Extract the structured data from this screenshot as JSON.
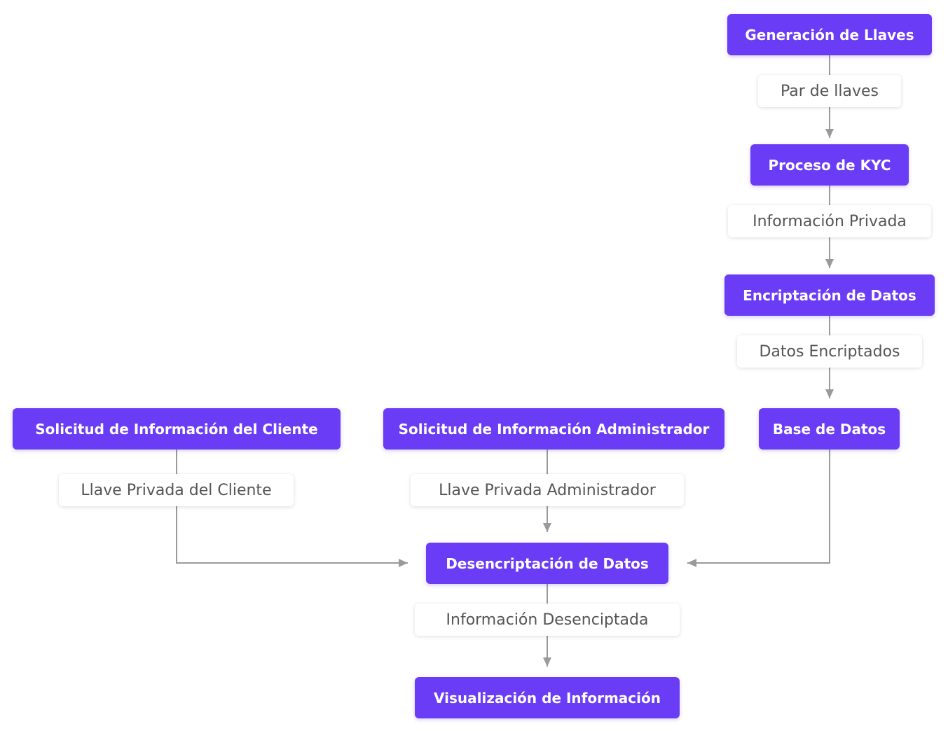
{
  "colors": {
    "node_fill": "#6a3cf6",
    "node_text": "#ffffff",
    "label_text": "#555555",
    "connector": "#9a9a9a"
  },
  "nodes": {
    "key_generation": "Generación de Llaves",
    "kyc_process": "Proceso de KYC",
    "data_encryption": "Encriptación de Datos",
    "database": "Base de Datos",
    "client_request": "Solicitud de Información del Cliente",
    "admin_request": "Solicitud de Información Administrador",
    "data_decryption": "Desencriptación de Datos",
    "info_display": "Visualización de Información"
  },
  "edge_labels": {
    "key_pair": "Par de llaves",
    "private_info": "Información Privada",
    "encrypted_data": "Datos Encriptados",
    "client_private_key": "Llave Privada del Cliente",
    "admin_private_key": "Llave Privada Administrador",
    "decrypted_info": "Información Desenciptada"
  }
}
